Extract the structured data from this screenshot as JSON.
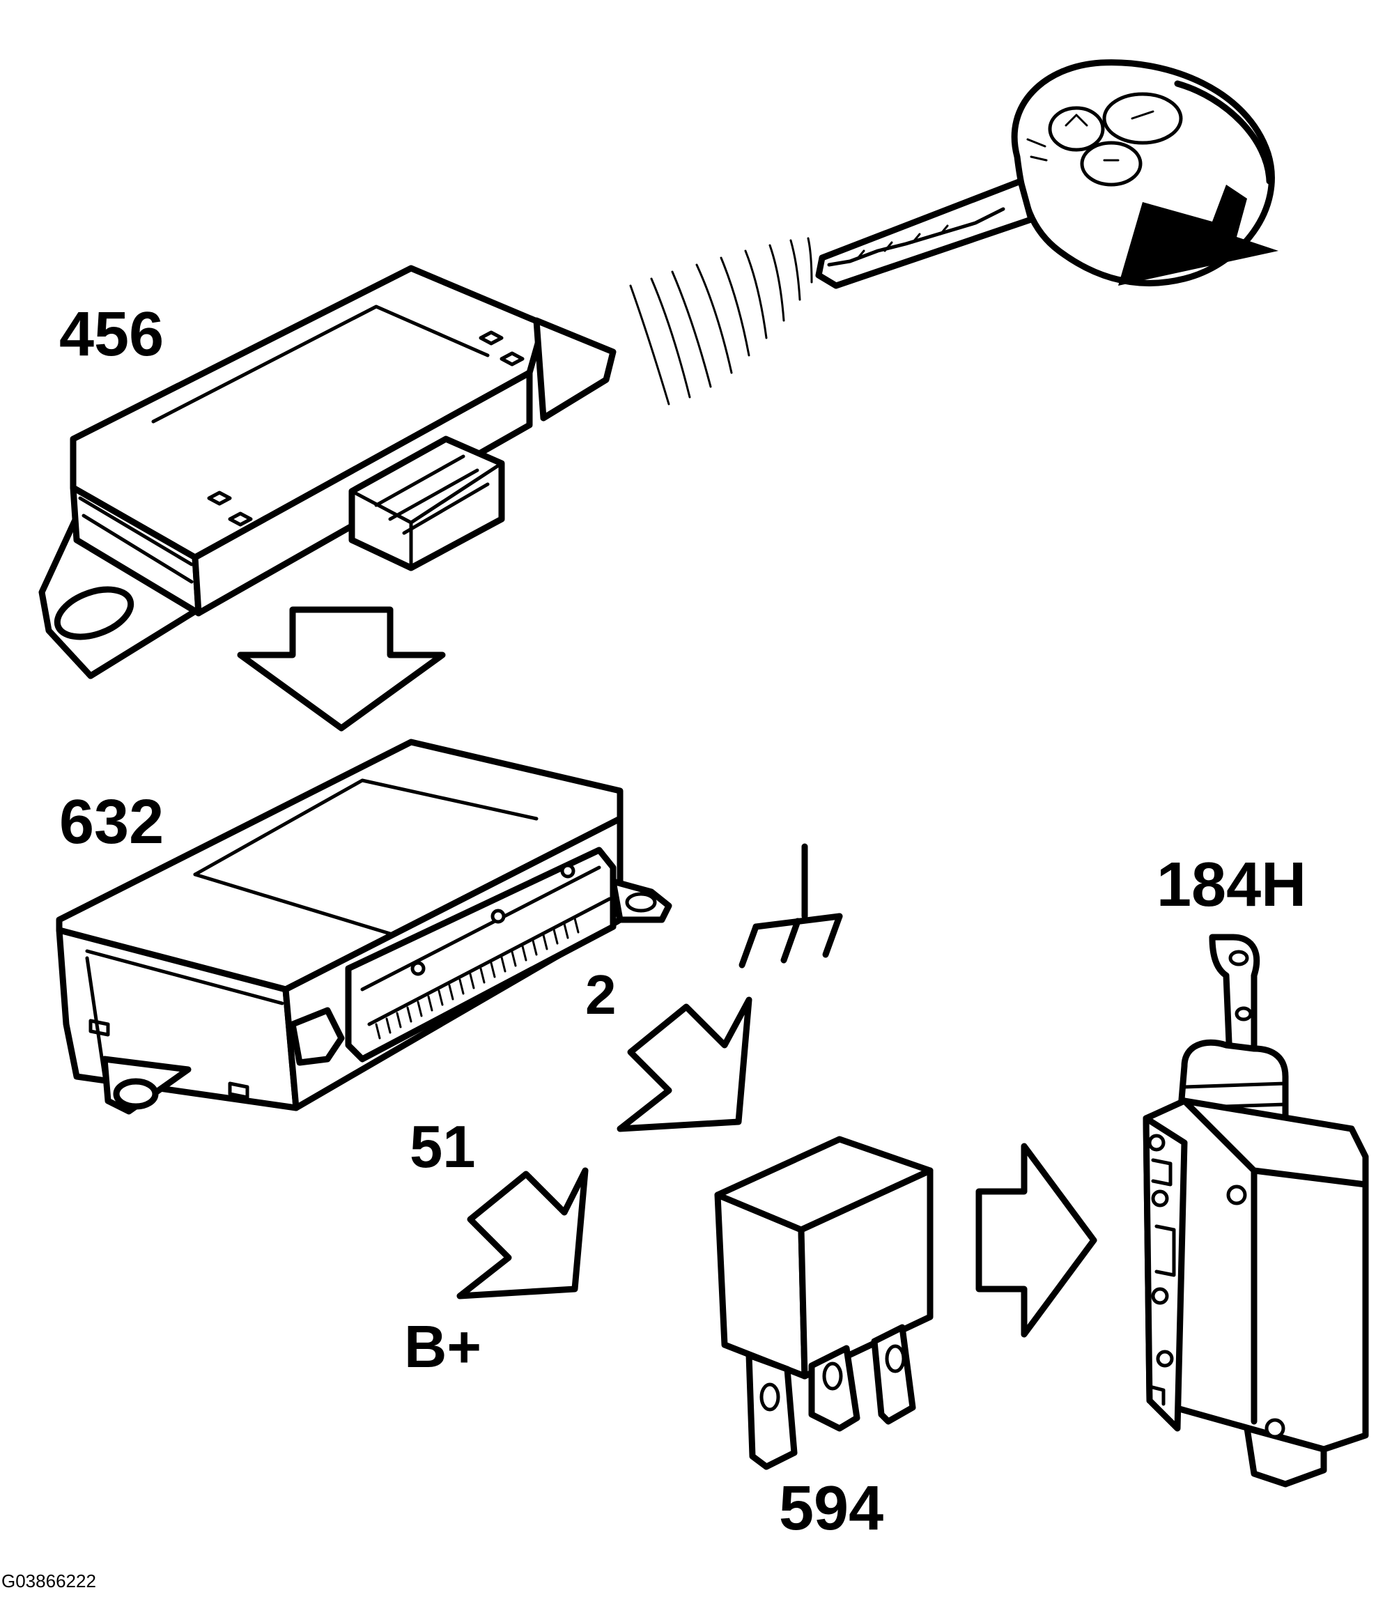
{
  "labels": {
    "receiver": "456",
    "control_module": "632",
    "ground_pin": "2",
    "supply_pin": "51",
    "supply": "B+",
    "relay": "594",
    "lock_motor": "184H",
    "figure_id": "G03866222"
  },
  "colors": {
    "line": "#000000",
    "background": "#ffffff"
  },
  "icons": {
    "remote_key": "remote-key-fob-icon",
    "ground": "ground-symbol-icon",
    "signal": "radio-waves-icon"
  }
}
